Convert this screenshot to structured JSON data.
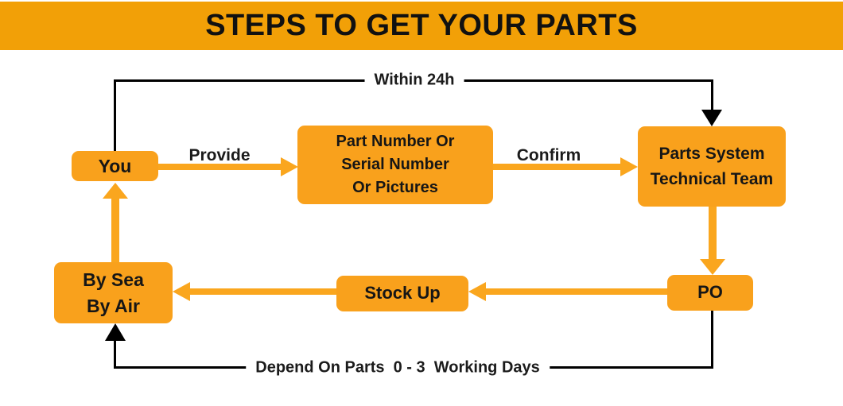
{
  "title": "STEPS TO GET YOUR PARTS",
  "colors": {
    "banner": "#F2A007",
    "box": "#F9A11C",
    "arrow": "#FAA61E",
    "line": "#000000",
    "text": "#161616",
    "background": "#FFFFFF"
  },
  "nodes": {
    "you": {
      "label": "You"
    },
    "part_info": {
      "lines": [
        "Part Number Or",
        "Serial Number",
        "Or Pictures"
      ]
    },
    "team": {
      "lines": [
        "Parts System",
        "Technical Team"
      ]
    },
    "po": {
      "label": "PO"
    },
    "stock_up": {
      "label": "Stock Up"
    },
    "shipping": {
      "lines": [
        "By Sea",
        "By Air"
      ]
    }
  },
  "edges": {
    "provide_label": "Provide",
    "confirm_label": "Confirm",
    "within_label": "Within 24h",
    "depend_label": "Depend On Parts  0 - 3  Working Days"
  }
}
